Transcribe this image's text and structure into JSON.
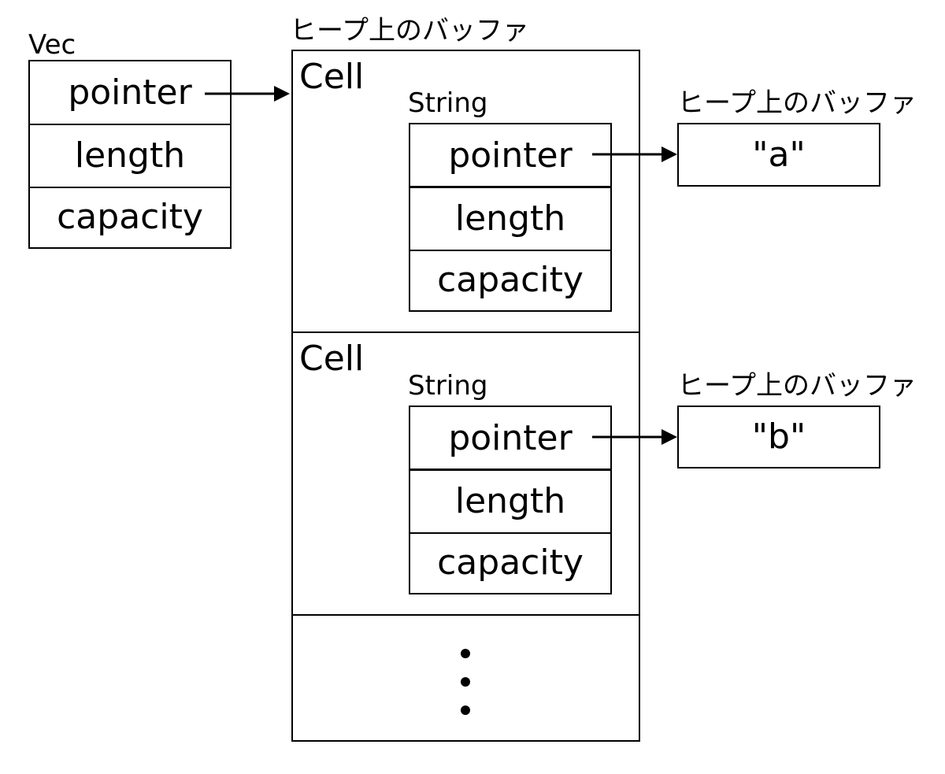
{
  "vec": {
    "title": "Vec",
    "fields": [
      "pointer",
      "length",
      "capacity"
    ]
  },
  "heap_buffer": {
    "title": "ヒープ上のバッファ",
    "cells": [
      {
        "label": "Cell",
        "string": {
          "label": "String",
          "fields": [
            "pointer",
            "length",
            "capacity"
          ],
          "buffer": {
            "title": "ヒープ上のバッファ",
            "value": "\"a\""
          }
        }
      },
      {
        "label": "Cell",
        "string": {
          "label": "String",
          "fields": [
            "pointer",
            "length",
            "capacity"
          ],
          "buffer": {
            "title": "ヒープ上のバッファ",
            "value": "\"b\""
          }
        }
      }
    ],
    "more_indicator": "⋮"
  }
}
